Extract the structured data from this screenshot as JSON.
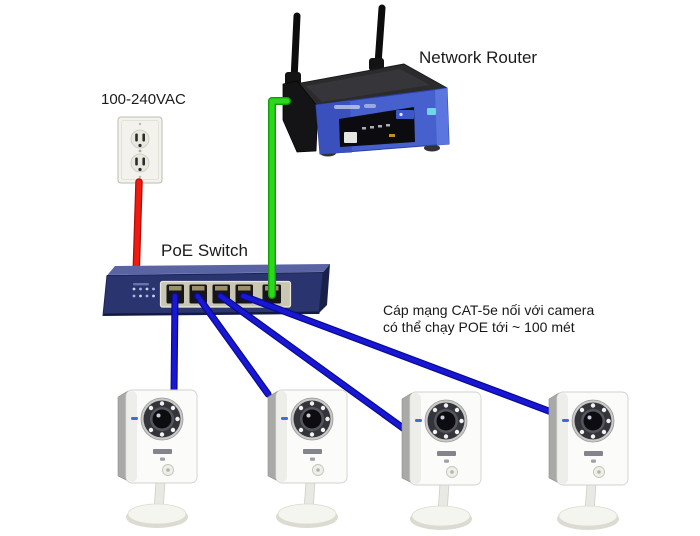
{
  "labels": {
    "power_source": "100-240VAC",
    "router": "Network Router",
    "switch": "PoE Switch",
    "caption_line1": "Cáp mạng CAT-5e nối với camera",
    "caption_line2": "có thể chạy POE tới ~ 100 mét"
  },
  "colors": {
    "power_cable": "#f2190e",
    "uplink_cable": "#2bd81c",
    "camera_cable": "#1717d4",
    "switch_body": "#2a3570",
    "router_panel": "#4660cd",
    "background": "#ffffff"
  },
  "diagram": {
    "type": "network-topology",
    "devices": [
      {
        "id": "power-outlet",
        "label": "100-240VAC"
      },
      {
        "id": "network-router",
        "label": "Network Router"
      },
      {
        "id": "poe-switch",
        "label": "PoE Switch",
        "ports": 5
      },
      {
        "id": "ip-camera-1"
      },
      {
        "id": "ip-camera-2"
      },
      {
        "id": "ip-camera-3"
      },
      {
        "id": "ip-camera-4"
      }
    ],
    "connections": [
      {
        "from": "power-outlet",
        "to": "poe-switch",
        "color_key": "power_cable"
      },
      {
        "from": "network-router",
        "to": "poe-switch",
        "color_key": "uplink_cable"
      },
      {
        "from": "poe-switch",
        "to": "ip-camera-1",
        "color_key": "camera_cable"
      },
      {
        "from": "poe-switch",
        "to": "ip-camera-2",
        "color_key": "camera_cable"
      },
      {
        "from": "poe-switch",
        "to": "ip-camera-3",
        "color_key": "camera_cable"
      },
      {
        "from": "poe-switch",
        "to": "ip-camera-4",
        "color_key": "camera_cable"
      }
    ]
  }
}
